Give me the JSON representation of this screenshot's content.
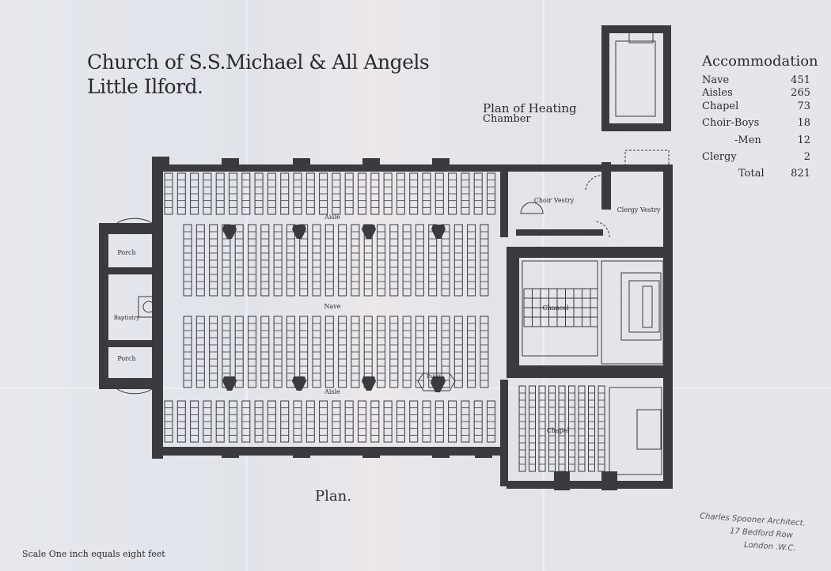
{
  "title": {
    "line1": "Church of S.S.Michael & All Angels",
    "line2": "Little Ilford."
  },
  "heating": {
    "line1": "Plan of Heating",
    "line2": "Chamber"
  },
  "accommodation": {
    "heading": "Accommodation",
    "rows": [
      {
        "label": "Nave",
        "value": "451"
      },
      {
        "label": "Aisles",
        "value": "265"
      },
      {
        "label": "Chapel",
        "value": "73"
      },
      {
        "label": "Choir-Boys",
        "value": "18"
      },
      {
        "label": "-Men",
        "value": "12"
      },
      {
        "label": "Clergy",
        "value": "2"
      },
      {
        "label": "Total",
        "value": "821"
      }
    ]
  },
  "rooms": {
    "aisle_north": "Aisle",
    "nave": "Nave",
    "aisle_south": "Aisle",
    "porch_north": "Porch",
    "porch_south": "Porch",
    "baptistry": "Baptistry",
    "choir_vestry": "Choir Vestry",
    "clergy_vestry": "Clergy Vestry",
    "chancel": "Chancel",
    "chapel": "Chapel",
    "pulpit": "Pulpit"
  },
  "plan_label": "Plan.",
  "scale": "Scale One inch equals eight feet",
  "signature": {
    "line1": "Charles Spooner Architect.",
    "line2": "17 Bedford Row",
    "line3": "London .W.C."
  },
  "colors": {
    "wall": "#3b3b3f",
    "line": "#3a3a40",
    "paper": "#e3e5ec"
  }
}
